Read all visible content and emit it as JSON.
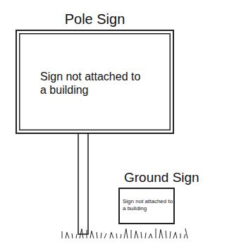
{
  "diagram": {
    "nodes": [
      {
        "text": [
          "Pole Sign",
          "Sign not attached to a building"
        ]
      },
      {
        "text": [
          "Ground Sign",
          "Sign not attached to a building"
        ]
      }
    ]
  }
}
